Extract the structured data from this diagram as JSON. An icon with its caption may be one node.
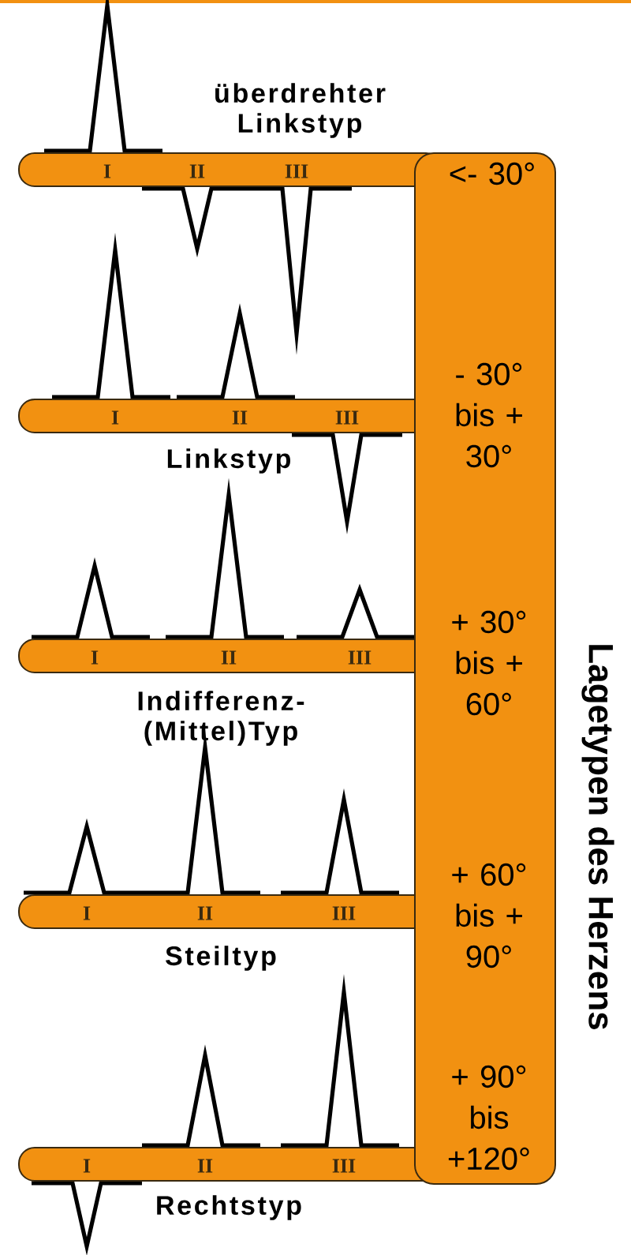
{
  "diagram": {
    "nodes": [
      {
        "text": [
          "Lagetypen des Herzens",
          "<- 30°",
          "- 30° bis + 30°",
          "+ 30° bis + 60°",
          "+ 60° bis + 90°",
          "+ 90° bis +120°"
        ]
      },
      {
        "text": [
          "I",
          "II",
          "III"
        ],
        "beside": [
          "überdrehter Linkstyp"
        ]
      },
      {
        "text": [
          "I",
          "II",
          "III"
        ],
        "beside": [
          "Linkstyp"
        ]
      },
      {
        "text": [
          "I",
          "II",
          "III"
        ],
        "beside": [
          "Indifferenz- (Mittel)Typ"
        ]
      },
      {
        "text": [
          "I",
          "II",
          "III"
        ],
        "beside": [
          "Steiltyp"
        ]
      },
      {
        "text": [
          "I",
          "II",
          "III"
        ],
        "beside": [
          "Rechtstyp"
        ]
      }
    ]
  }
}
